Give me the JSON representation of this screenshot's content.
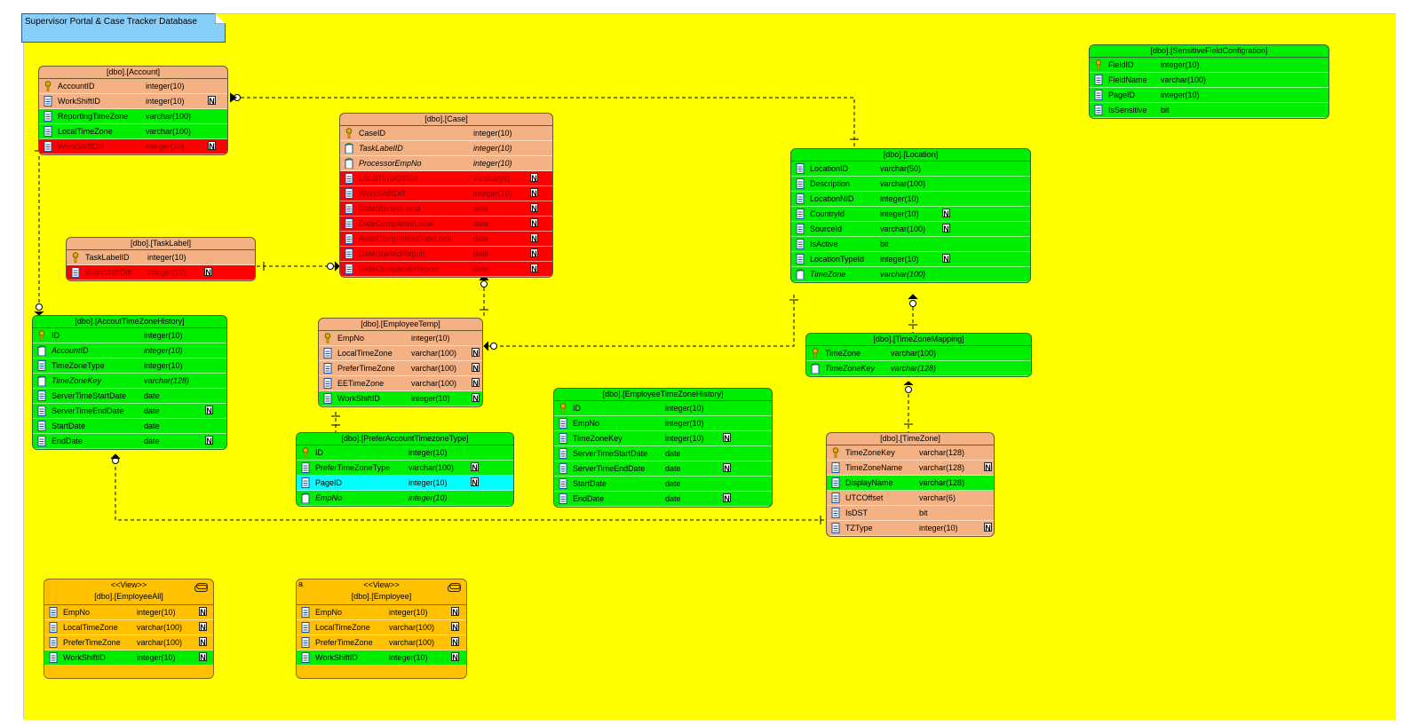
{
  "note": "Supervisor Portal & Case Tracker Database",
  "tables": {
    "account": {
      "title": "[dbo].[Account]",
      "rows": [
        {
          "name": "AccountID",
          "type": "integer(10)",
          "key": "pk",
          "nullable": false,
          "color": "tan"
        },
        {
          "name": "WorkShiftID",
          "type": "integer(10)",
          "key": "col",
          "nullable": true,
          "color": "tan"
        },
        {
          "name": "ReportingTimeZone",
          "type": "varchar(100)",
          "key": "col",
          "nullable": false,
          "color": "green"
        },
        {
          "name": "LocalTimeZone",
          "type": "varchar(100)",
          "key": "col",
          "nullable": false,
          "color": "green"
        },
        {
          "name": "WorkShiftDiff",
          "type": "integer(10)",
          "key": "col",
          "nullable": true,
          "color": "red"
        }
      ]
    },
    "case": {
      "title": "[dbo].[Case]",
      "rows": [
        {
          "name": "CaseID",
          "type": "integer(10)",
          "key": "pk",
          "nullable": false,
          "color": "tan"
        },
        {
          "name": "TaskLabelID",
          "type": "integer(10)",
          "key": "fk",
          "nullable": false,
          "color": "tan",
          "italic": true
        },
        {
          "name": "ProcessorEmpNo",
          "type": "integer(10)",
          "key": "fk",
          "nullable": false,
          "color": "tan",
          "italic": true
        },
        {
          "name": "LocalTimeOffSet",
          "type": "varchar(6)",
          "key": "col",
          "nullable": true,
          "color": "red"
        },
        {
          "name": "WorkShiftDiff",
          "type": "integer(10)",
          "key": "col",
          "nullable": true,
          "color": "red"
        },
        {
          "name": "DateStartedLocal",
          "type": "date",
          "key": "col",
          "nullable": true,
          "color": "red"
        },
        {
          "name": "DateCompletedLocal",
          "type": "date",
          "key": "col",
          "nullable": true,
          "color": "red"
        },
        {
          "name": "AuditCompletionDateLocal",
          "type": "date",
          "key": "col",
          "nullable": true,
          "color": "red"
        },
        {
          "name": "DateStartedReport",
          "type": "date",
          "key": "col",
          "nullable": true,
          "color": "red"
        },
        {
          "name": "DateCompletedReport",
          "type": "date",
          "key": "col",
          "nullable": true,
          "color": "red"
        }
      ]
    },
    "tasklabel": {
      "title": "[dbo].[TaskLabel]",
      "rows": [
        {
          "name": "TaskLabelID",
          "type": "integer(10)",
          "key": "pk",
          "nullable": false,
          "color": "tan"
        },
        {
          "name": "WorkShiftDiff",
          "type": "integer(10)",
          "key": "col",
          "nullable": true,
          "color": "red"
        }
      ]
    },
    "accthist": {
      "title": "[dbo].[AccoutTimeZoneHistory]",
      "rows": [
        {
          "name": "ID",
          "type": "integer(10)",
          "key": "pk",
          "nullable": false,
          "color": "green"
        },
        {
          "name": "AccountID",
          "type": "integer(10)",
          "key": "fk",
          "nullable": false,
          "color": "green",
          "italic": true
        },
        {
          "name": "TimeZoneType",
          "type": "integer(10)",
          "key": "col",
          "nullable": false,
          "color": "green"
        },
        {
          "name": "TimeZoneKey",
          "type": "varchar(128)",
          "key": "fk",
          "nullable": false,
          "color": "green",
          "italic": true
        },
        {
          "name": "ServerTimeStartDate",
          "type": "date",
          "key": "col",
          "nullable": false,
          "color": "green"
        },
        {
          "name": "ServerTimeEndDate",
          "type": "date",
          "key": "col",
          "nullable": true,
          "color": "green"
        },
        {
          "name": "StartDate",
          "type": "date",
          "key": "col",
          "nullable": false,
          "color": "green"
        },
        {
          "name": "EndDate",
          "type": "date",
          "key": "col",
          "nullable": true,
          "color": "green"
        }
      ]
    },
    "emptemp": {
      "title": "[dbo].[EmployeeTemp]",
      "rows": [
        {
          "name": "EmpNo",
          "type": "integer(10)",
          "key": "pk",
          "nullable": false,
          "color": "tan"
        },
        {
          "name": "LocalTimeZone",
          "type": "varchar(100)",
          "key": "col",
          "nullable": true,
          "color": "tan"
        },
        {
          "name": "PreferTimeZone",
          "type": "varchar(100)",
          "key": "col",
          "nullable": true,
          "color": "tan"
        },
        {
          "name": "EETimeZone",
          "type": "varchar(100)",
          "key": "col",
          "nullable": true,
          "color": "tan"
        },
        {
          "name": "WorkShiftID",
          "type": "integer(10)",
          "key": "col",
          "nullable": true,
          "color": "green"
        }
      ]
    },
    "prefacct": {
      "title": "[dbo].[PreferAccountTimezoneType]",
      "rows": [
        {
          "name": "ID",
          "type": "integer(10)",
          "key": "pk",
          "nullable": false,
          "color": "green"
        },
        {
          "name": "PreferTimeZoneType",
          "type": "varchar(100)",
          "key": "col",
          "nullable": true,
          "color": "green"
        },
        {
          "name": "PageID",
          "type": "integer(10)",
          "key": "col",
          "nullable": true,
          "color": "cyan"
        },
        {
          "name": "EmpNo",
          "type": "integer(10)",
          "key": "fk",
          "nullable": false,
          "color": "green",
          "italic": true
        }
      ]
    },
    "emptzhist": {
      "title": "[dbo].[EmployeeTimeZoneHistory]",
      "rows": [
        {
          "name": "ID",
          "type": "integer(10)",
          "key": "pk",
          "nullable": false,
          "color": "green"
        },
        {
          "name": "EmpNo",
          "type": "integer(10)",
          "key": "col",
          "nullable": false,
          "color": "green"
        },
        {
          "name": "TimeZoneKey",
          "type": "integer(10)",
          "key": "col",
          "nullable": true,
          "color": "green"
        },
        {
          "name": "ServerTimeStartDate",
          "type": "date",
          "key": "col",
          "nullable": false,
          "color": "green"
        },
        {
          "name": "ServerTimeEndDate",
          "type": "date",
          "key": "col",
          "nullable": true,
          "color": "green"
        },
        {
          "name": "StartDate",
          "type": "date",
          "key": "col",
          "nullable": false,
          "color": "green"
        },
        {
          "name": "EndDate",
          "type": "date",
          "key": "col",
          "nullable": true,
          "color": "green"
        }
      ]
    },
    "location": {
      "title": "[dbo].[Location]",
      "rows": [
        {
          "name": "LocationID",
          "type": "varchar(50)",
          "key": "col",
          "nullable": false,
          "color": "green"
        },
        {
          "name": "Description",
          "type": "varchar(100)",
          "key": "col",
          "nullable": false,
          "color": "green"
        },
        {
          "name": "LocationNID",
          "type": "integer(10)",
          "key": "col",
          "nullable": false,
          "color": "green"
        },
        {
          "name": "CountryId",
          "type": "integer(10)",
          "key": "col",
          "nullable": true,
          "color": "green"
        },
        {
          "name": "SourceId",
          "type": "varchar(100)",
          "key": "col",
          "nullable": true,
          "color": "green"
        },
        {
          "name": "IsActive",
          "type": "bit",
          "key": "col",
          "nullable": false,
          "color": "green"
        },
        {
          "name": "LocationTypeId",
          "type": "integer(10)",
          "key": "col",
          "nullable": true,
          "color": "green"
        },
        {
          "name": "TimeZone",
          "type": "varchar(100)",
          "key": "fk",
          "nullable": false,
          "color": "green",
          "italic": true
        }
      ]
    },
    "tzmap": {
      "title": "[dbo].[TimeZoneMapping]",
      "rows": [
        {
          "name": "TimeZone",
          "type": "varchar(100)",
          "key": "pk",
          "nullable": false,
          "color": "green"
        },
        {
          "name": "TimeZoneKey",
          "type": "varchar(128)",
          "key": "fk",
          "nullable": false,
          "color": "green",
          "italic": true
        }
      ]
    },
    "timezone": {
      "title": "[dbo].[TimeZone]",
      "rows": [
        {
          "name": "TimeZoneKey",
          "type": "varchar(128)",
          "key": "pk",
          "nullable": false,
          "color": "tan"
        },
        {
          "name": "TimeZoneName",
          "type": "varchar(128)",
          "key": "col",
          "nullable": true,
          "color": "tan"
        },
        {
          "name": "DisplayName",
          "type": "varchar(128)",
          "key": "col",
          "nullable": false,
          "color": "green"
        },
        {
          "name": "UTCOffset",
          "type": "varchar(6)",
          "key": "col",
          "nullable": false,
          "color": "tan"
        },
        {
          "name": "IsDST",
          "type": "bit",
          "key": "col",
          "nullable": false,
          "color": "tan"
        },
        {
          "name": "TZType",
          "type": "integer(10)",
          "key": "col",
          "nullable": true,
          "color": "tan"
        }
      ]
    },
    "sensitive": {
      "title": "[dbo].[SensitiveFieldConfigration]",
      "rows": [
        {
          "name": "FieldID",
          "type": "integer(10)",
          "key": "pk",
          "nullable": false,
          "color": "green"
        },
        {
          "name": "FieldName",
          "type": "varchar(100)",
          "key": "col",
          "nullable": false,
          "color": "green"
        },
        {
          "name": "PageID",
          "type": "integer(10)",
          "key": "col",
          "nullable": false,
          "color": "green"
        },
        {
          "name": "IsSensitive",
          "type": "bit",
          "key": "col",
          "nullable": false,
          "color": "green"
        }
      ]
    },
    "empall": {
      "stereotype": "<<View>>",
      "title": "[dbo].[EmployeeAll]",
      "rows": [
        {
          "name": "EmpNo",
          "type": "integer(10)",
          "key": "col",
          "nullable": true,
          "color": "orange"
        },
        {
          "name": "LocalTimeZone",
          "type": "varchar(100)",
          "key": "col",
          "nullable": true,
          "color": "orange"
        },
        {
          "name": "PreferTimeZone",
          "type": "varchar(100)",
          "key": "col",
          "nullable": true,
          "color": "orange"
        },
        {
          "name": "WorkShiftID",
          "type": "integer(10)",
          "key": "col",
          "nullable": true,
          "color": "green"
        }
      ]
    },
    "employee": {
      "stereotype": "<<View>>",
      "title": "[dbo].[Employee]",
      "marker": "a",
      "rows": [
        {
          "name": "EmpNo",
          "type": "integer(10)",
          "key": "col",
          "nullable": true,
          "color": "orange"
        },
        {
          "name": "LocalTimeZone",
          "type": "varchar(100)",
          "key": "col",
          "nullable": true,
          "color": "orange"
        },
        {
          "name": "PreferTimeZone",
          "type": "varchar(100)",
          "key": "col",
          "nullable": true,
          "color": "orange"
        },
        {
          "name": "WorkShiftID",
          "type": "integer(10)",
          "key": "col",
          "nullable": true,
          "color": "green"
        }
      ]
    }
  },
  "null_marker": "N",
  "colors": {
    "canvas": "#ffff00",
    "tan": "#f4b183",
    "green": "#00ee00",
    "red": "#ff0000",
    "cyan": "#00ffff",
    "orange": "#ffc000",
    "note": "#87cefa"
  }
}
